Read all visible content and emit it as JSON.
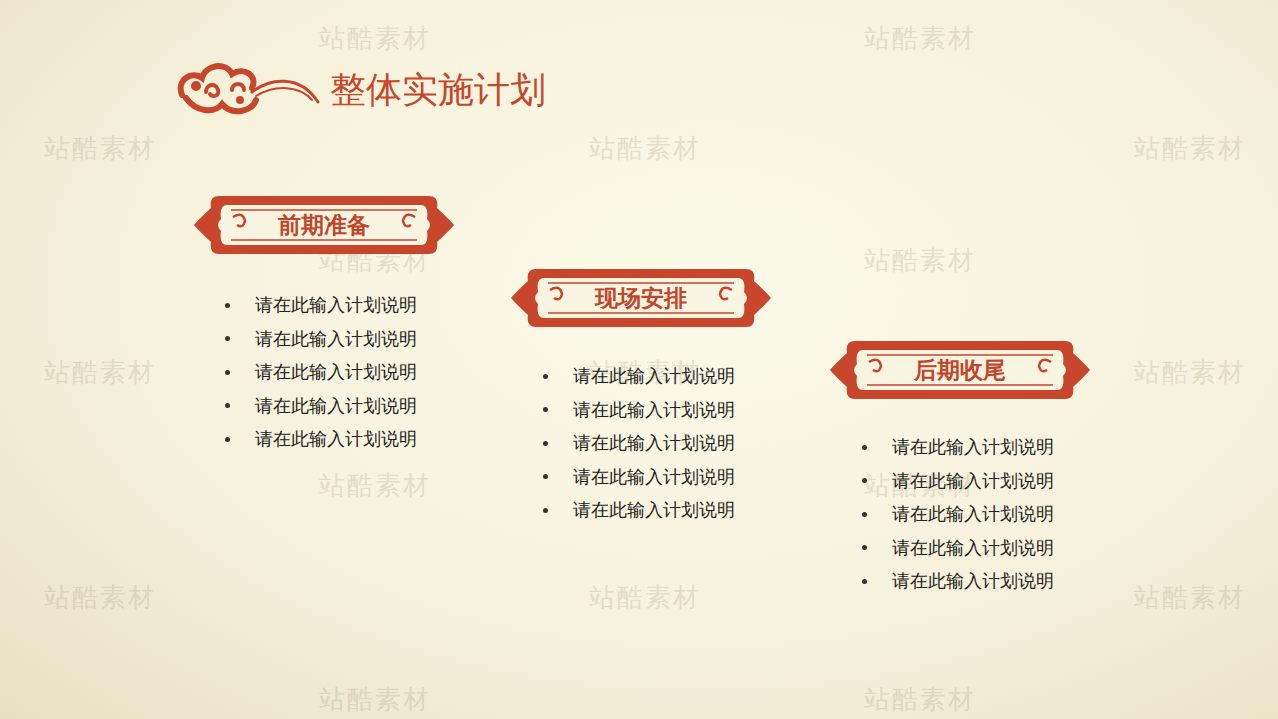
{
  "diagram": {
    "title": "整体实施计划",
    "nodes": [
      {
        "text": [
          "前期准备"
        ]
      },
      {
        "text": [
          "现场安排"
        ]
      },
      {
        "text": [
          "后期收尾"
        ]
      }
    ],
    "edges": [],
    "labels": [
      "请在此输入计划说明",
      "请在此输入计划说明",
      "请在此输入计划说明",
      "请在此输入计划说明",
      "请在此输入计划说明",
      "请在此输入计划说明",
      "请在此输入计划说明",
      "请在此输入计划说明",
      "请在此输入计划说明",
      "请在此输入计划说明",
      "请在此输入计划说明",
      "请在此输入计划说明",
      "请在此输入计划说明",
      "请在此输入计划说明",
      "请在此输入计划说明",
      "站酷素材",
      "站酷素材",
      "站酷素材",
      "站酷素材",
      "站酷素材",
      "站酷素材",
      "站酷素材",
      "站酷素材",
      "站酷素材",
      "站酷素材",
      "站酷素材",
      "站酷素材",
      "站酷素材",
      "站酷素材",
      "站酷素材",
      "站酷素材",
      "站酷素材"
    ]
  }
}
